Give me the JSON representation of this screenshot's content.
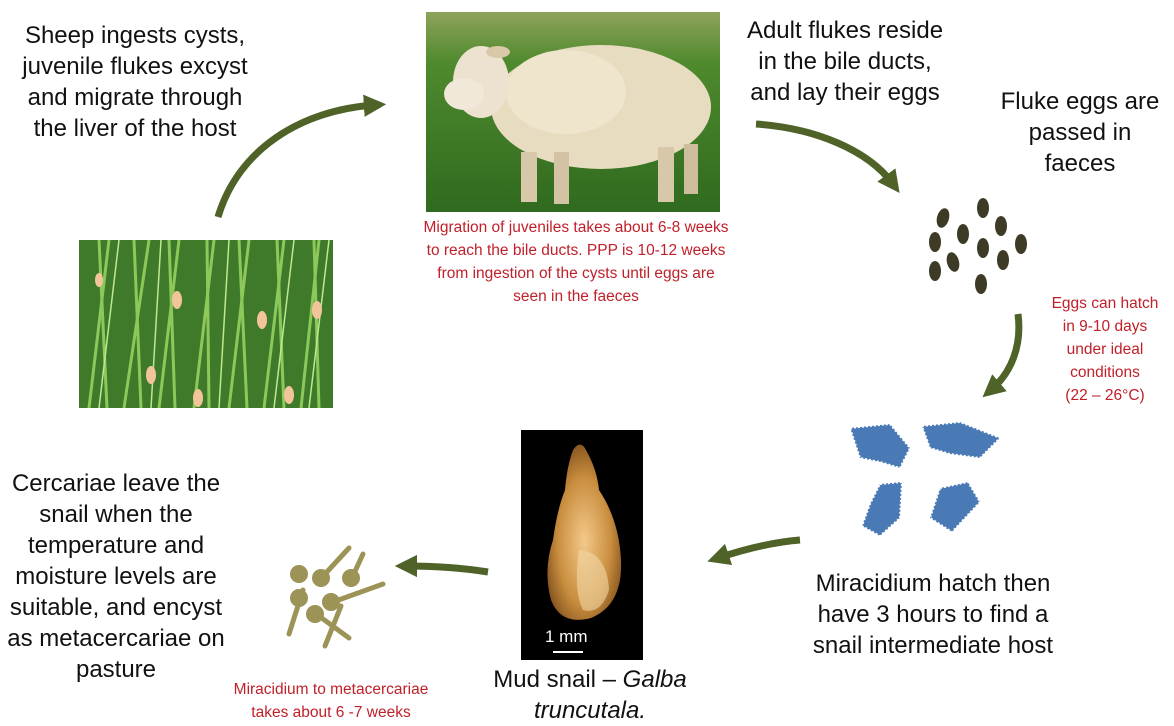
{
  "steps": {
    "ingest": [
      "Sheep ingests cysts,",
      "juvenile flukes excyst",
      "and migrate through",
      "the liver of the host"
    ],
    "adult": [
      "Adult flukes reside",
      "in the bile ducts,",
      "and lay their eggs"
    ],
    "eggs": [
      "Fluke eggs are",
      "passed in",
      "faeces"
    ],
    "miracidium": [
      "Miracidium hatch then",
      "have 3 hours to find a",
      "snail intermediate host"
    ],
    "cercariae": [
      "Cercariae leave the",
      "snail when the",
      "temperature and",
      "moisture levels are",
      "suitable, and encyst",
      "as metacercariae on",
      "pasture"
    ]
  },
  "notes": {
    "migration": [
      "Migration of juveniles takes about 6-8 weeks",
      "to reach the bile ducts. PPP is 10-12 weeks",
      "from ingestion of the cysts until eggs are",
      "seen in the faeces"
    ],
    "hatch": [
      "Eggs can hatch",
      "in 9-10 days",
      "under ideal",
      "conditions",
      "(22 – 26°C)"
    ],
    "metacercariae": [
      "Miracidium to metacercariae",
      "takes about 6 -7 weeks"
    ]
  },
  "snail": {
    "caption_prefix": "Mud snail – ",
    "caption_species_1": "Galba",
    "caption_species_2": "truncutala.",
    "scale_label": "1 mm"
  },
  "colors": {
    "arrow": "#4f6228",
    "red_text": "#c0202a",
    "egg": "#3d3a26",
    "miracidium": "#4a7ab5",
    "metacercariae": "#9c9356",
    "grass_bg": "#3f7a2a",
    "cyst": "#f2c49a"
  },
  "icons": {
    "sheep": "sheep-photo",
    "grass": "grass-with-cysts",
    "eggs": "egg-cluster",
    "miracidia": "miracidium-shapes",
    "snail": "snail-photo",
    "cercariae": "cercariae-shapes"
  }
}
